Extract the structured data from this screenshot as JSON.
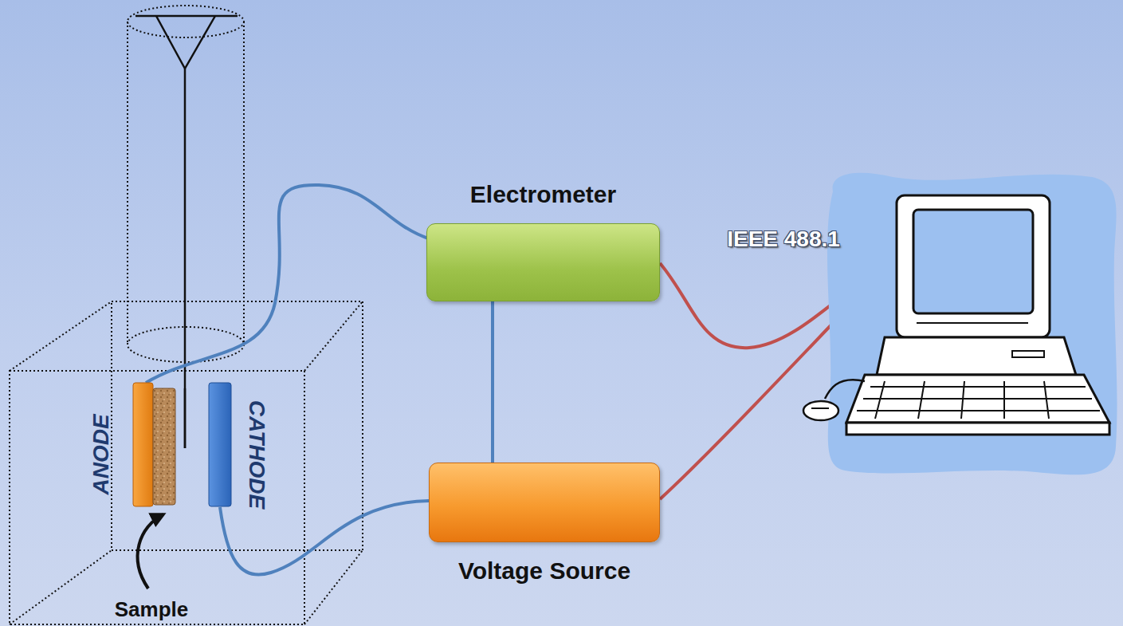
{
  "diagram": {
    "nodes": [
      {
        "text": [
          "Electrometer"
        ]
      },
      {
        "text": [
          "Voltage Source"
        ]
      }
    ],
    "edges": [
      {
        "from": 0,
        "to": 1,
        "arrow": "none"
      }
    ],
    "labels": [
      "ANODE",
      "CATHODE",
      "Sample",
      "IEEE 488.1"
    ]
  }
}
